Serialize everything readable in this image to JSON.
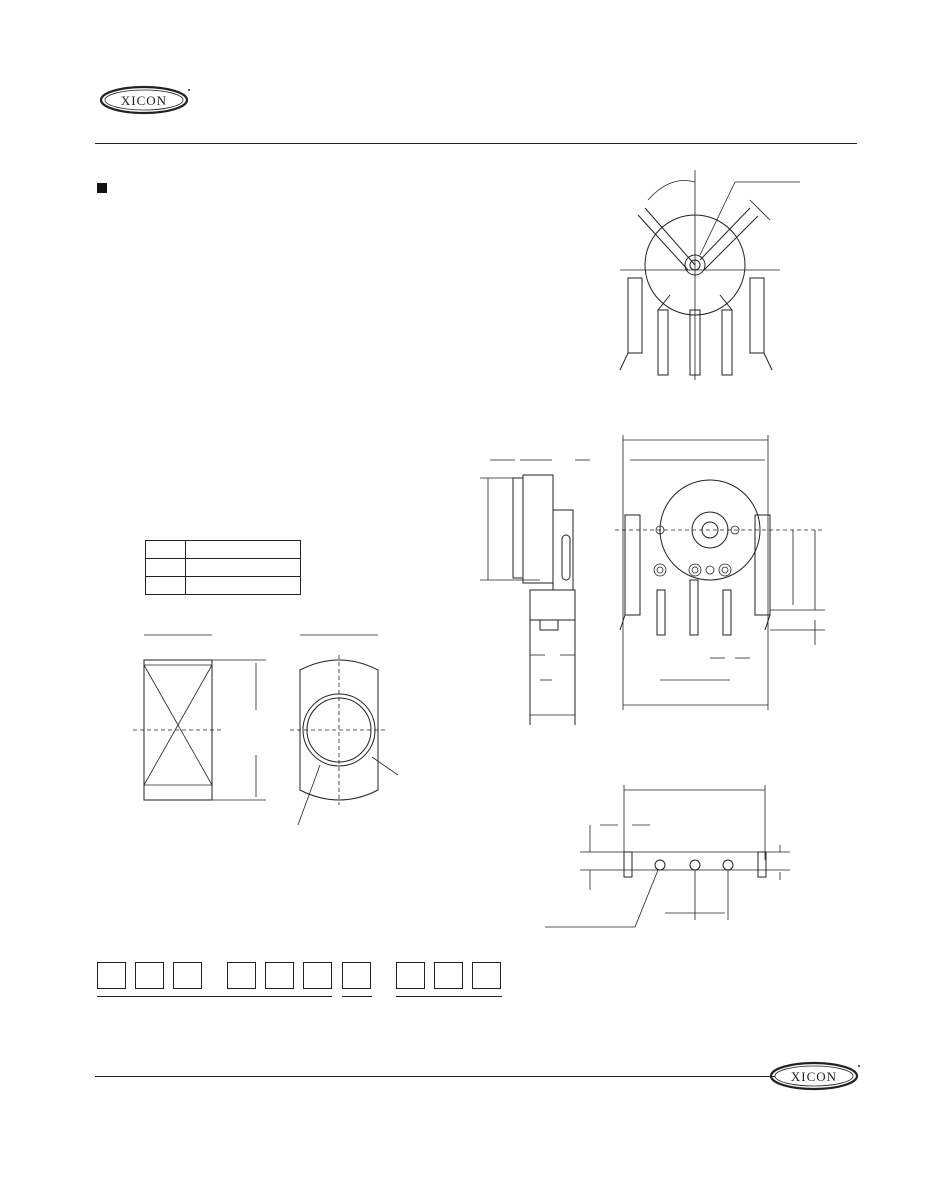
{
  "header": {
    "logo_text": "XICON"
  },
  "footer": {
    "logo_text": "XICON"
  },
  "section": {
    "bullet": "■"
  },
  "part_number_groups": [
    3,
    3,
    1,
    3
  ]
}
